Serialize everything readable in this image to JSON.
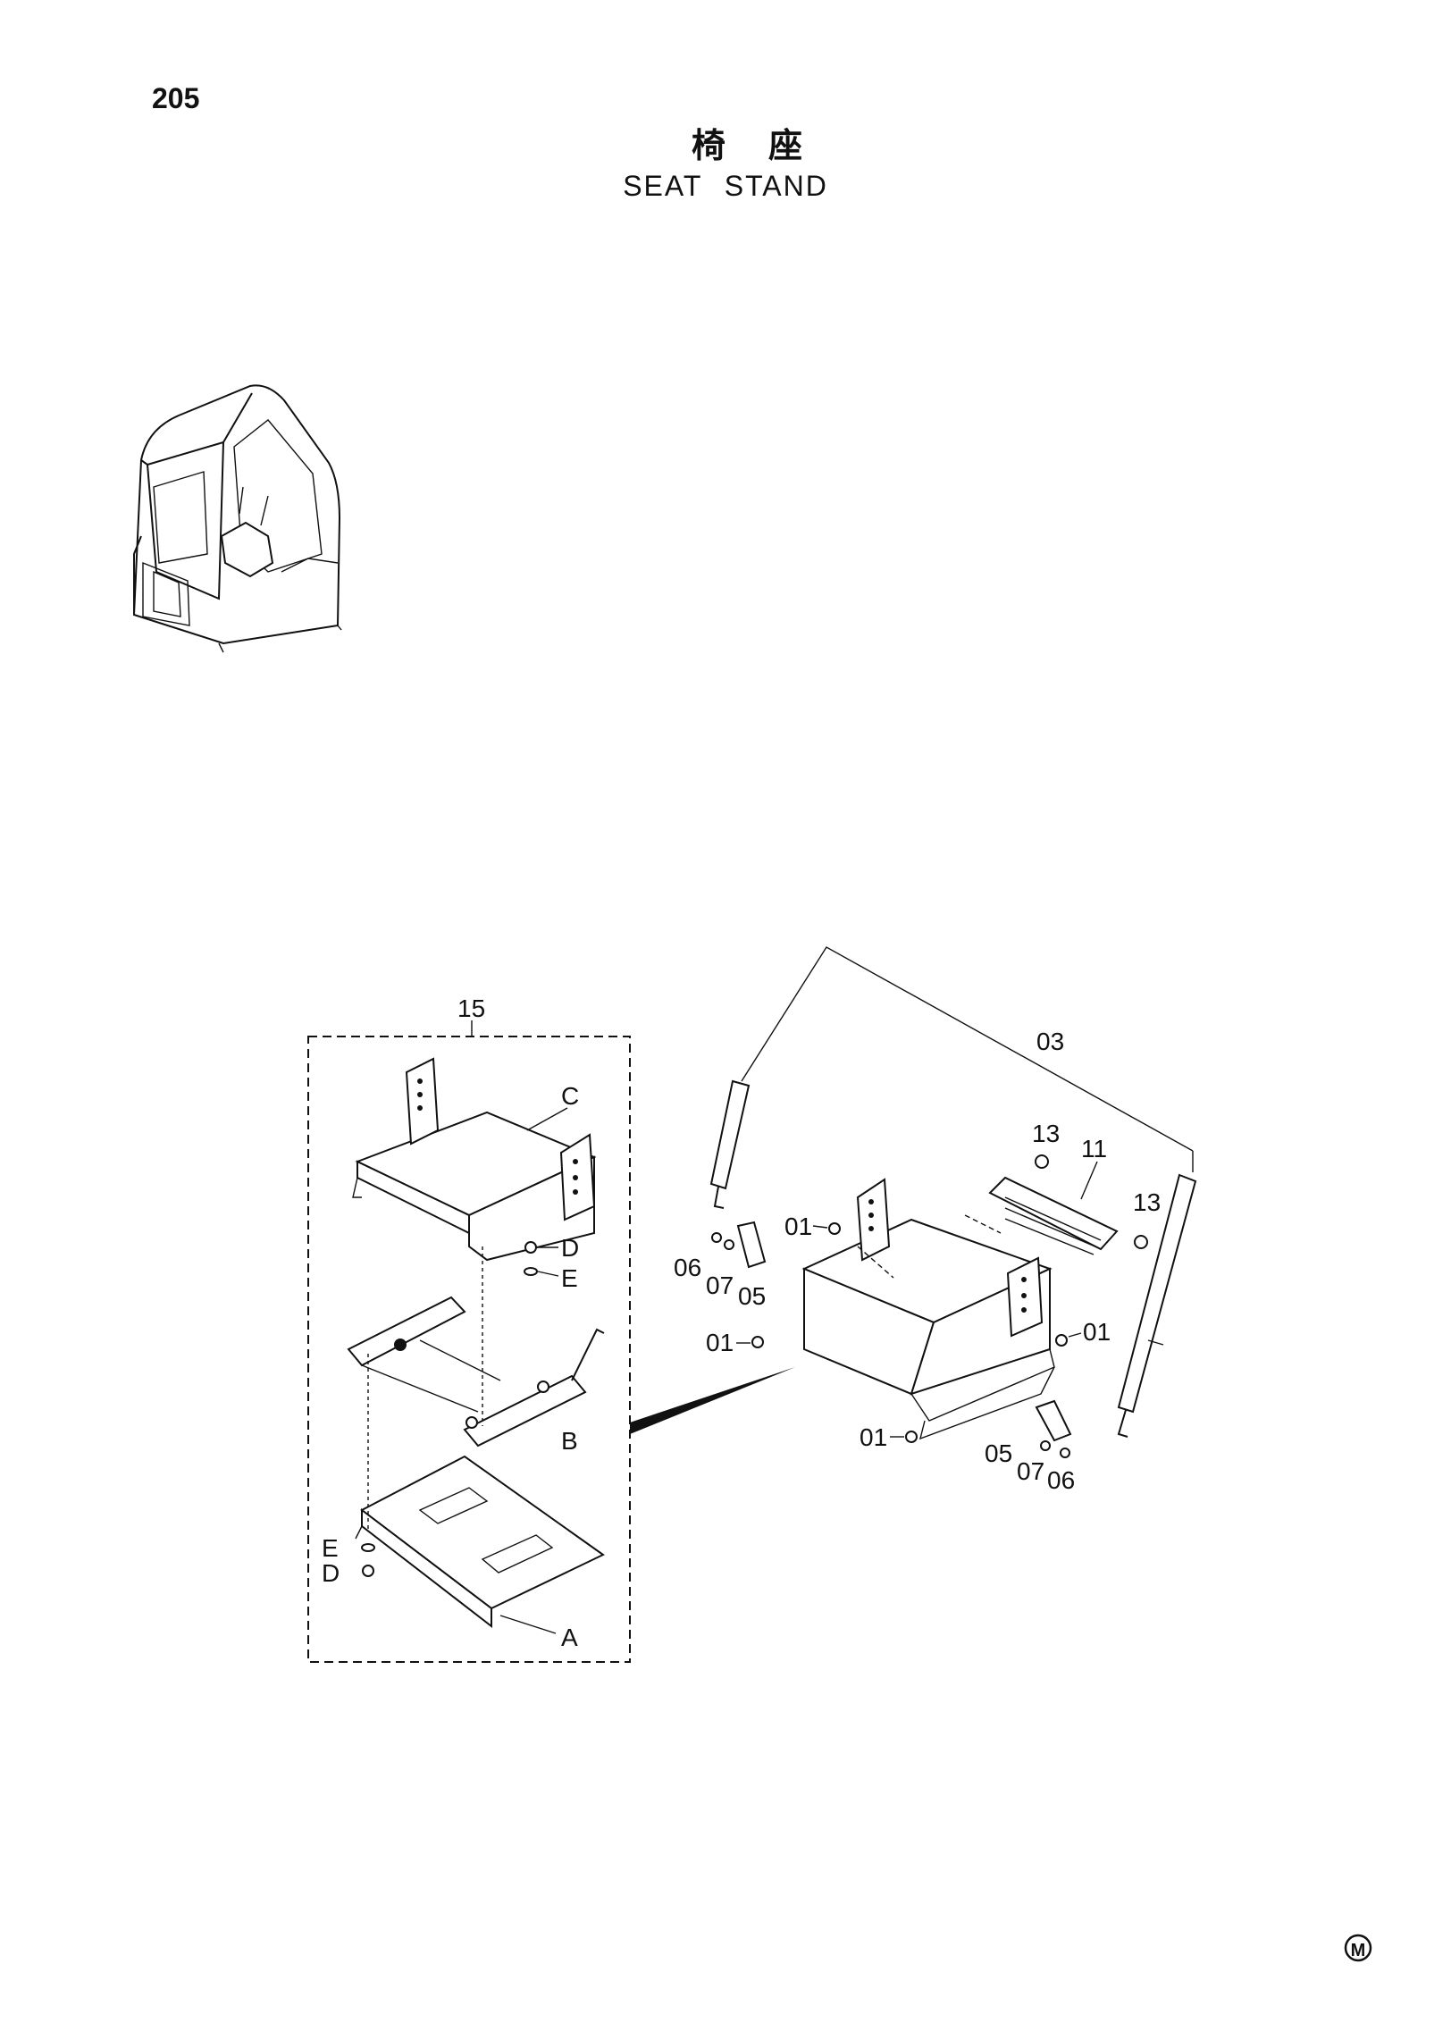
{
  "header": {
    "page_number": "205",
    "title_jp": "椅座",
    "title_en": "SEAT STAND"
  },
  "callouts": {
    "assembly": "15",
    "c": "C",
    "d_upper": "D",
    "e_upper": "E",
    "b": "B",
    "e_lower": "E",
    "d_lower": "D",
    "a": "A",
    "cable": "03",
    "bolt_13_top": "13",
    "plate_11": "11",
    "bolt_13_right": "13",
    "bolt_01_top": "01",
    "bolt_06_left": "06",
    "washer_07_left": "07",
    "bracket_05_left": "05",
    "bolt_01_left": "01",
    "bolt_01_right": "01",
    "bolt_01_bottom": "01",
    "bracket_05_right": "05",
    "washer_07_right": "07",
    "bolt_06_right": "06"
  },
  "footer": {
    "mark": "M"
  }
}
